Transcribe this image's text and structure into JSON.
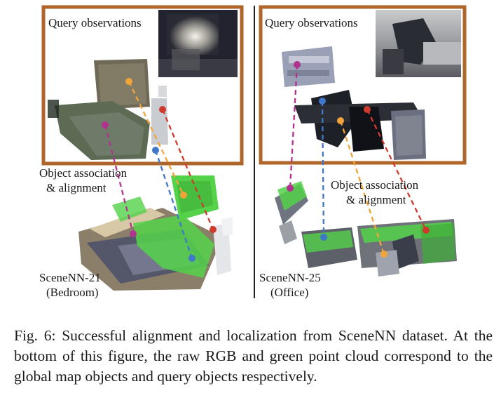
{
  "figure": {
    "left_panel": {
      "query_title": "Query observations",
      "association_label_line1": "Object association",
      "association_label_line2": "& alignment",
      "scene_label_line1": "SceneNN-21",
      "scene_label_line2": "(Bedroom)"
    },
    "right_panel": {
      "query_title": "Query observations",
      "association_label_line1": "Object association",
      "association_label_line2": "& alignment",
      "scene_label_line1": "SceneNN-25",
      "scene_label_line2": "(Office)"
    },
    "colors": {
      "query_box_border": "#b0652a",
      "orange_link": "#f2a33a",
      "blue_link": "#3f78c8",
      "red_link": "#d03a2c",
      "magenta_link": "#b2328f",
      "query_cloud_green": "#54d24a"
    }
  },
  "caption": {
    "text": "Fig. 6: Successful alignment and localization from SceneNN dataset. At the bottom of this figure, the raw RGB and green point cloud correspond to the global map objects and query objects respectively."
  }
}
